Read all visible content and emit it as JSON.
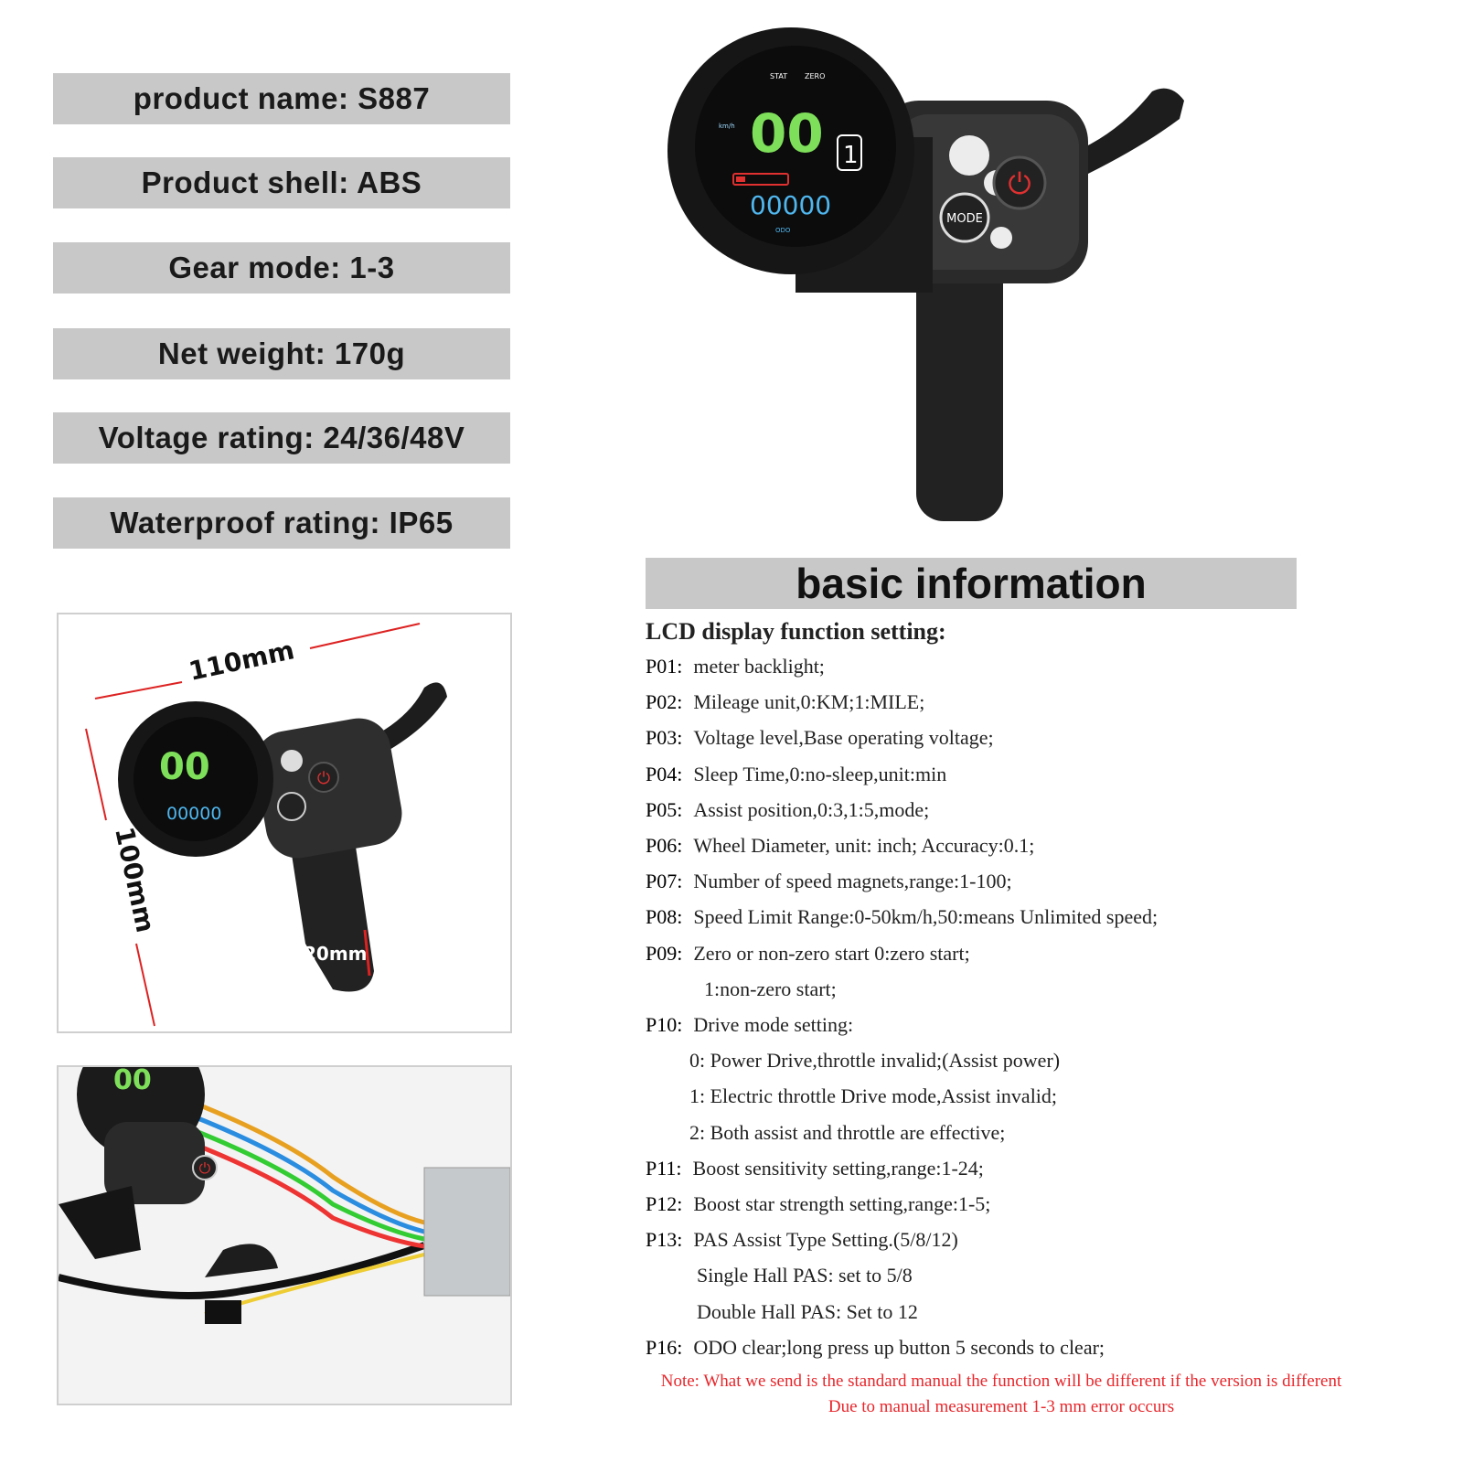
{
  "specs": [
    "product name: S887",
    "Product shell: ABS",
    "Gear mode: 1-3",
    "Net weight: 170g",
    "Voltage rating: 24/36/48V",
    "Waterproof rating: IP65"
  ],
  "device": {
    "speed": "00",
    "odo": "00000",
    "gear": "1",
    "mode_label": "MODE",
    "stat": "STAT",
    "zero": "ZERO",
    "unit": "km/h",
    "odo_label": "ODO"
  },
  "dimensions": {
    "width": "110mm",
    "height": "100mm",
    "bar": "20mm"
  },
  "basic": {
    "title": "basic information",
    "subtitle": "LCD display function setting:",
    "lines": [
      {
        "code": "P01:",
        "text": "meter backlight;"
      },
      {
        "code": "P02:",
        "text": "Mileage unit,0:KM;1:MILE;"
      },
      {
        "code": "P03:",
        "text": "Voltage level,Base operating voltage;"
      },
      {
        "code": "P04:",
        "text": "Sleep Time,0:no-sleep,unit:min"
      },
      {
        "code": "P05:",
        "text": "Assist position,0:3,1:5,mode;"
      },
      {
        "code": "P06:",
        "text": "Wheel Diameter, unit: inch; Accuracy:0.1;"
      },
      {
        "code": "P07:",
        "text": "Number of speed magnets,range:1-100;"
      },
      {
        "code": "P08:",
        "text": "Speed Limit Range:0-50km/h,50:means Unlimited speed;"
      },
      {
        "code": "P09:",
        "text": "Zero or non-zero start  0:zero start;"
      },
      {
        "code": "",
        "text": "1:non-zero start;"
      },
      {
        "code": "P10:",
        "text": "Drive mode setting:"
      },
      {
        "code": "",
        "text": "0: Power Drive,throttle invalid;(Assist power)"
      },
      {
        "code": "",
        "text": "1: Electric throttle Drive mode,Assist invalid;"
      },
      {
        "code": "",
        "text": "2: Both assist and throttle are effective;"
      },
      {
        "code": "P11:",
        "text": "Boost sensitivity setting,range:1-24;"
      },
      {
        "code": "P12:",
        "text": "Boost star strength setting,range:1-5;"
      },
      {
        "code": "P13:",
        "text": "PAS Assist Type Setting.(5/8/12)"
      },
      {
        "code": "",
        "text": "Single Hall PAS: set to 5/8"
      },
      {
        "code": "",
        "text": "Double Hall PAS: Set to 12"
      },
      {
        "code": "P16:",
        "text": "ODO clear;long press up button 5 seconds to clear;"
      }
    ],
    "note": "Note: What we send is the standard manual the function will be different if the version is different",
    "note2": "Due to manual measurement   1-3 mm error occurs"
  },
  "colors": {
    "note": "#e8262b",
    "label_bg": "#c8c8c8",
    "speed_digits": "#7ee05a",
    "odo_digits": "#4fb6ee",
    "power": "#e03030"
  }
}
